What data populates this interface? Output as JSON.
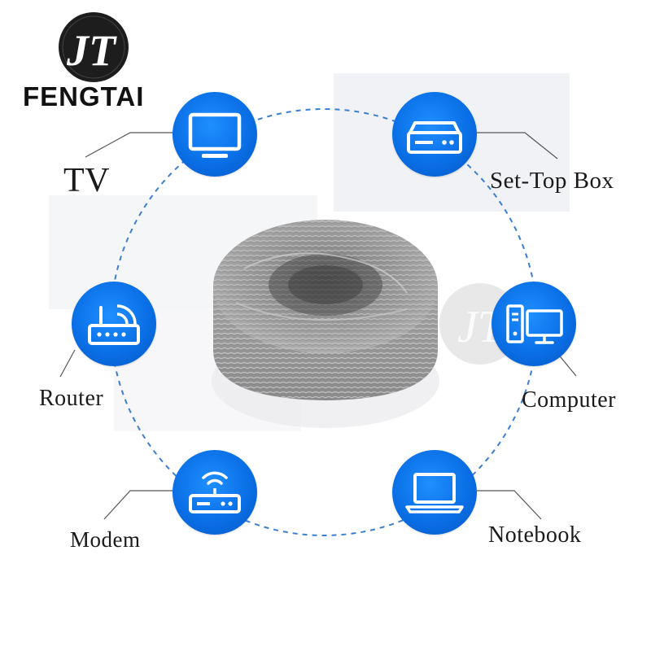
{
  "brand": {
    "name": "FENGTAI",
    "logo_icon": "fengtai-monogram-logo",
    "logo_text": "JT"
  },
  "center_image": {
    "icon": "gray-network-cable-coil"
  },
  "devices": [
    {
      "key": "tv",
      "label": "TV",
      "icon": "tv-monitor-icon"
    },
    {
      "key": "settop",
      "label": "Set-Top Box",
      "icon": "set-top-box-icon"
    },
    {
      "key": "router",
      "label": "Router",
      "icon": "wifi-router-icon"
    },
    {
      "key": "computer",
      "label": "Computer",
      "icon": "desktop-computer-icon"
    },
    {
      "key": "modem",
      "label": "Modem",
      "icon": "modem-icon"
    },
    {
      "key": "notebook",
      "label": "Notebook",
      "icon": "laptop-icon"
    }
  ],
  "colors": {
    "accent_blue": "#0a6fe6",
    "dashed_ring": "#3a7fd0",
    "cable_gray": "#9a9a9a",
    "text": "#1a1a1a"
  }
}
